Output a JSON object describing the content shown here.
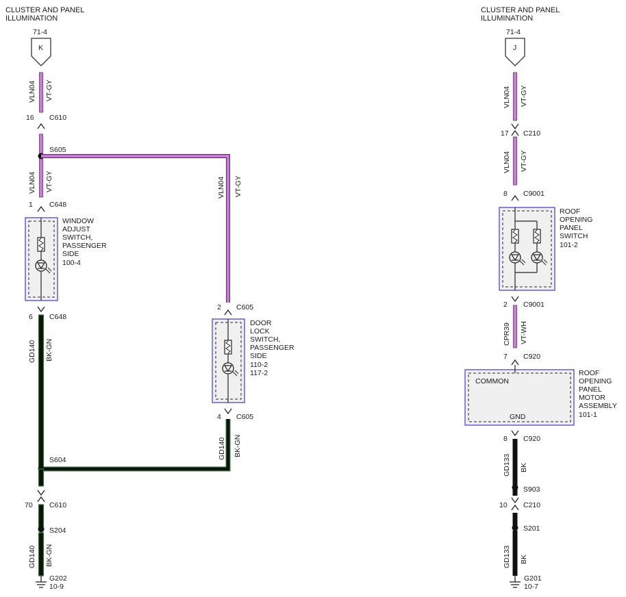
{
  "left": {
    "title_line1": "CLUSTER AND PANEL",
    "title_line2": "ILLUMINATION",
    "ref": "71-4",
    "connector_letter": "K",
    "w1_circuit": "VLN04",
    "w1_color": "VT-GY",
    "c610_pin_top": "16",
    "c610_name_top": "C610",
    "s605": "S605",
    "w2_circuit": "VLN04",
    "w2_color": "VT-GY",
    "c648_pin_top": "1",
    "c648_name_top": "C648",
    "switch1_line1": "WINDOW",
    "switch1_line2": "ADJUST",
    "switch1_line3": "SWITCH,",
    "switch1_line4": "PASSENGER",
    "switch1_line5": "SIDE",
    "switch1_line6": "100-4",
    "c648_pin_bot": "6",
    "c648_name_bot": "C648",
    "w3_circuit": "GD140",
    "w3_color": "BK-GN",
    "branch_circuit": "VLN04",
    "branch_color": "VT-GY",
    "c605_pin_top": "2",
    "c605_name_top": "C605",
    "switch2_line1": "DOOR",
    "switch2_line2": "LOCK",
    "switch2_line3": "SWITCH,",
    "switch2_line4": "PASSENGER",
    "switch2_line5": "SIDE",
    "switch2_line6": "110-2",
    "switch2_line7": "117-2",
    "c605_pin_bot": "4",
    "c605_name_bot": "C605",
    "w4_circuit": "GD140",
    "w4_color": "BK-GN",
    "s604": "S604",
    "c610_pin_bot": "70",
    "c610_name_bot": "C610",
    "s204": "S204",
    "w5_circuit": "GD140",
    "w5_color": "BK-GN",
    "ground": "G202",
    "ground_ref": "10-9"
  },
  "right": {
    "title_line1": "CLUSTER AND PANEL",
    "title_line2": "ILLUMINATION",
    "ref": "71-4",
    "connector_letter": "J",
    "w1_circuit": "VLN04",
    "w1_color": "VT-GY",
    "c210_pin": "17",
    "c210_name": "C210",
    "w2_circuit": "VLN04",
    "w2_color": "VT-GY",
    "c9001_pin_top": "8",
    "c9001_name_top": "C9001",
    "switch_line1": "ROOF",
    "switch_line2": "OPENING",
    "switch_line3": "PANEL",
    "switch_line4": "SWITCH",
    "switch_line5": "101-2",
    "c9001_pin_bot": "2",
    "c9001_name_bot": "C9001",
    "w3_circuit": "CPR39",
    "w3_color": "VT-WH",
    "c920_pin_top": "7",
    "c920_name_top": "C920",
    "motor_common": "COMMON",
    "motor_gnd": "GND",
    "motor_line1": "ROOF",
    "motor_line2": "OPENING",
    "motor_line3": "PANEL",
    "motor_line4": "MOTOR",
    "motor_line5": "ASSEMBLY",
    "motor_line6": "101-1",
    "c920_pin_bot": "8",
    "c920_name_bot": "C920",
    "w4_circuit": "GD133",
    "w4_color": "BK",
    "s903": "S903",
    "c210b_pin": "10",
    "c210b_name": "C210",
    "s201": "S201",
    "w5_circuit": "GD133",
    "w5_color": "BK",
    "ground": "G201",
    "ground_ref": "10-7"
  },
  "colors": {
    "violet_wire": "#c77fd6",
    "violet_edge": "#6a2a7a",
    "green_edge": "#2e7d32",
    "component_border": "#3a3adf",
    "component_fill": "#f0f0f0"
  }
}
